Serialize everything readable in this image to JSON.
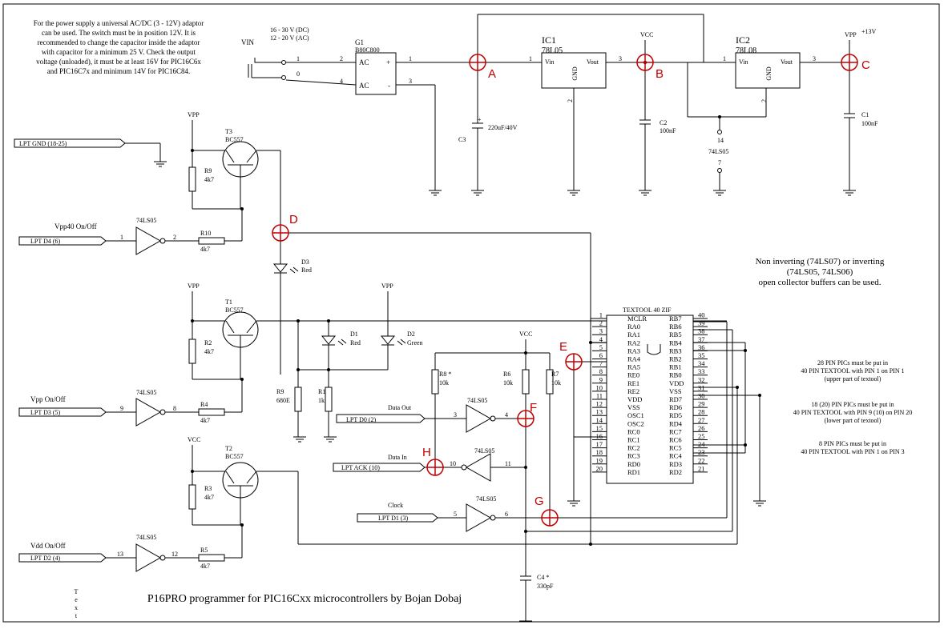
{
  "notes": {
    "power_lines": [
      "For the power supply a universal AC/DC (3 - 12V) adaptor",
      "can be used. The switch must be in position 12V. It is",
      "recommended to change the capacitor inside the adaptor",
      "with capacitor for a minimum 25 V. Check the output",
      "voltage (unloaded), it must be at least 16V  for PIC16C6x",
      "and PIC16C7x and minimum 14V for PIC16C84."
    ],
    "buffer_lines": [
      "Non inverting (74LS07) or inverting",
      "(74LS05, 74LS06)",
      "open collector buffers can be used."
    ],
    "pin28_lines": [
      "28 PIN PICs must be put in",
      "40 PIN TEXTOOL with PIN 1 on PIN 1",
      "(upper part of textool)"
    ],
    "pin18_lines": [
      "18 (20) PIN PICs must be put in",
      "40 PIN TEXTOOL with PIN 9 (10) on PIN 20",
      "(lower part of textool)"
    ],
    "pin8_lines": [
      "8  PIN PICs must be put in",
      "40 PIN TEXTOOL with PIN 1 on PIN 3"
    ]
  },
  "title": "P16PRO programmer for PIC16Cxx microcontrollers by Bojan Dobaj",
  "stray_text": [
    "T",
    "e",
    "x",
    "t"
  ],
  "vin": {
    "label": "VIN",
    "dc": "16 - 30 V (DC)",
    "ac": "12 - 20 V (AC)"
  },
  "bridge": {
    "ref": "G1",
    "part": "B80C800",
    "ac1": "AC",
    "ac2": "AC",
    "plus": "+",
    "minus": "-"
  },
  "ic1": {
    "ref": "IC1",
    "part": "78L05",
    "vin": "Vin",
    "vout": "Vout",
    "gnd": "GND"
  },
  "ic2": {
    "ref": "IC2",
    "part": "78L08",
    "vin": "Vin",
    "vout": "Vout",
    "gnd": "GND"
  },
  "caps": {
    "c3": "C3",
    "c3v": "220uF/40V",
    "c2": "C2",
    "c2v": "100nF",
    "c1": "C1",
    "c1v": "100nF",
    "c4": "C4 *",
    "c4v": "330pF"
  },
  "rails": {
    "vcc": "VCC",
    "vpp": "VPP",
    "plus13": "+13V"
  },
  "ls05_pwr": {
    "pin14": "14",
    "part": "74LS05",
    "pin7": "7"
  },
  "pin_numbers": {
    "one": "1",
    "two": "2",
    "three": "3",
    "four": "4",
    "zero": "0"
  },
  "transistors": {
    "t3": {
      "ref": "T3",
      "part": "BC557"
    },
    "t1": {
      "ref": "T1",
      "part": "BC557"
    },
    "t2": {
      "ref": "T2",
      "part": "BC557"
    }
  },
  "resistors": {
    "r9": {
      "ref": "R9",
      "val": "4k7"
    },
    "r10": {
      "ref": "R10",
      "val": "4k7"
    },
    "r2": {
      "ref": "R2",
      "val": "4k7"
    },
    "r4": {
      "ref": "R4",
      "val": "4k7"
    },
    "r3": {
      "ref": "R3",
      "val": "4k7"
    },
    "r5": {
      "ref": "R5",
      "val": "4k7"
    },
    "r9b": {
      "ref": "R9",
      "val": "680E"
    },
    "r1": {
      "ref": "R1",
      "val": "1k"
    },
    "r8": {
      "ref": "R8 *",
      "val": "10k"
    },
    "r6": {
      "ref": "R6",
      "val": "10k"
    },
    "r7": {
      "ref": "R7",
      "val": "10k"
    }
  },
  "leds": {
    "d3": {
      "ref": "D3",
      "color": "Red"
    },
    "d1": {
      "ref": "D1",
      "color": "Red"
    },
    "d2": {
      "ref": "D2",
      "color": "Green"
    }
  },
  "lpt": {
    "gnd": "LPT GND (18-25)",
    "d4": "LPT D4 (6)",
    "d3": "LPT D3 (5)",
    "d2": "LPT D2 (4)",
    "d0": "LPT D0 (2)",
    "ack": "LPT ACK (10)",
    "d1": "LPT D1 (3)"
  },
  "signals": {
    "vpp40": "Vpp40 On/Off",
    "vpp": "Vpp On/Off",
    "vdd": "Vdd On/Off",
    "data_out": "Data Out",
    "data_in": "Data In",
    "clock": "Clock"
  },
  "gates": [
    {
      "part": "74LS05",
      "in": "1",
      "out": "2"
    },
    {
      "part": "74LS05",
      "in": "9",
      "out": "8"
    },
    {
      "part": "74LS05",
      "in": "13",
      "out": "12"
    },
    {
      "part": "74LS05",
      "in": "3",
      "out": "4"
    },
    {
      "part": "74LS05",
      "in": "11",
      "out": "10"
    },
    {
      "part": "74LS05",
      "in": "5",
      "out": "6"
    }
  ],
  "textool": {
    "title": "TEXTOOL 40 ZIF",
    "left": [
      {
        "pin": "1",
        "name": "MCLR"
      },
      {
        "pin": "2",
        "name": "RA0"
      },
      {
        "pin": "3",
        "name": "RA1"
      },
      {
        "pin": "4",
        "name": "RA2"
      },
      {
        "pin": "5",
        "name": "RA3"
      },
      {
        "pin": "6",
        "name": "RA4"
      },
      {
        "pin": "7",
        "name": "RA5"
      },
      {
        "pin": "8",
        "name": "RE0"
      },
      {
        "pin": "9",
        "name": "RE1"
      },
      {
        "pin": "10",
        "name": "RE2"
      },
      {
        "pin": "11",
        "name": "VDD"
      },
      {
        "pin": "12",
        "name": "VSS"
      },
      {
        "pin": "13",
        "name": "OSC1"
      },
      {
        "pin": "14",
        "name": "OSC2"
      },
      {
        "pin": "15",
        "name": "RC0"
      },
      {
        "pin": "16",
        "name": "RC1"
      },
      {
        "pin": "17",
        "name": "RC2"
      },
      {
        "pin": "18",
        "name": "RC3"
      },
      {
        "pin": "19",
        "name": "RD0"
      },
      {
        "pin": "20",
        "name": "RD1"
      }
    ],
    "right": [
      {
        "pin": "40",
        "name": "RB7"
      },
      {
        "pin": "39",
        "name": "RB6"
      },
      {
        "pin": "38",
        "name": "RB5"
      },
      {
        "pin": "37",
        "name": "RB4"
      },
      {
        "pin": "36",
        "name": "RB3"
      },
      {
        "pin": "35",
        "name": "RB2"
      },
      {
        "pin": "34",
        "name": "RB1"
      },
      {
        "pin": "33",
        "name": "RB0"
      },
      {
        "pin": "32",
        "name": "VDD"
      },
      {
        "pin": "31",
        "name": "VSS"
      },
      {
        "pin": "30",
        "name": "RD7"
      },
      {
        "pin": "29",
        "name": "RD6"
      },
      {
        "pin": "28",
        "name": "RD5"
      },
      {
        "pin": "27",
        "name": "RD4"
      },
      {
        "pin": "26",
        "name": "RC7"
      },
      {
        "pin": "25",
        "name": "RC6"
      },
      {
        "pin": "24",
        "name": "RC5"
      },
      {
        "pin": "23",
        "name": "RC4"
      },
      {
        "pin": "22",
        "name": "RD3"
      },
      {
        "pin": "21",
        "name": "RD2"
      }
    ]
  },
  "markers": [
    "A",
    "B",
    "C",
    "D",
    "E",
    "F",
    "G",
    "H"
  ],
  "colors": {
    "marker": "#c00000",
    "line": "#000000",
    "background": "#ffffff"
  }
}
